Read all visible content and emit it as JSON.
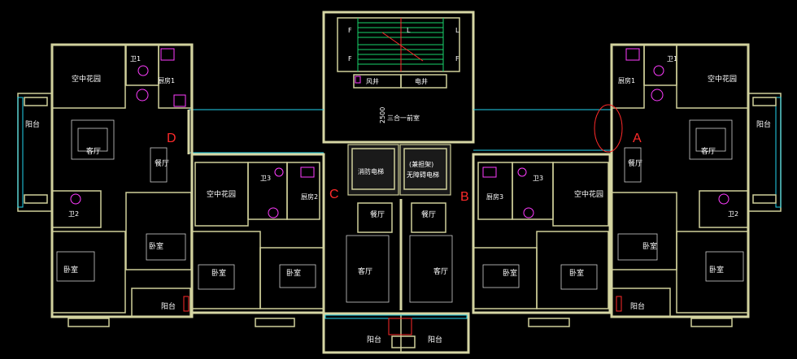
{
  "labels": {
    "stair_F1": "F",
    "stair_F2": "F",
    "stair_L1": "L",
    "stair_F3": "F",
    "stair_L2": "L",
    "lift_shaft": "风井",
    "electric_shaft": "电井",
    "dim_2500": "2500",
    "front_room": "三合一前室",
    "elev_fire": "消防电梯",
    "elev_barrier_1": "(兼担架)",
    "elev_barrier_2": "无障碍电梯",
    "dining_center_l": "餐厅",
    "dining_center_r": "餐厅",
    "living_center_l": "客厅",
    "living_center_r": "客厅",
    "balcony_center_l": "阳台",
    "balcony_center_r": "阳台",
    "d_garden": "空中花园",
    "d_wc1": "卫1",
    "d_kitchen1": "厨房1",
    "d_balcony": "阳台",
    "d_living": "客厅",
    "d_dining": "餐厅",
    "d_wc2": "卫2",
    "d_bedroom1": "卧室",
    "d_bedroom2": "卧室",
    "d_balcony2": "阳台",
    "c_garden": "空中花园",
    "c_wc3": "卫3",
    "c_kitchen2": "厨房2",
    "c_bedroom1": "卧室",
    "c_bedroom2": "卧室",
    "b_kitchen3": "厨房3",
    "b_wc3": "卫3",
    "b_garden": "空中花园",
    "b_bedroom1": "卧室",
    "b_bedroom2": "卧室",
    "a_wc1": "卫1",
    "a_kitchen1": "厨房1",
    "a_garden": "空中花园",
    "a_balcony": "阳台",
    "a_living": "客厅",
    "a_dining": "餐厅",
    "a_wc2": "卫2",
    "a_bedroom1": "卧室",
    "a_bedroom2": "卧室",
    "a_balcony2": "阳台"
  },
  "unit_tags": {
    "A": "A",
    "B": "B",
    "C": "C",
    "D": "D"
  },
  "colors": {
    "wall": "#d6d6a4",
    "window": "#22d3ee",
    "annotation": "#ff2a2a",
    "stair": "#19d36b",
    "fixture": "#ff3cff"
  }
}
